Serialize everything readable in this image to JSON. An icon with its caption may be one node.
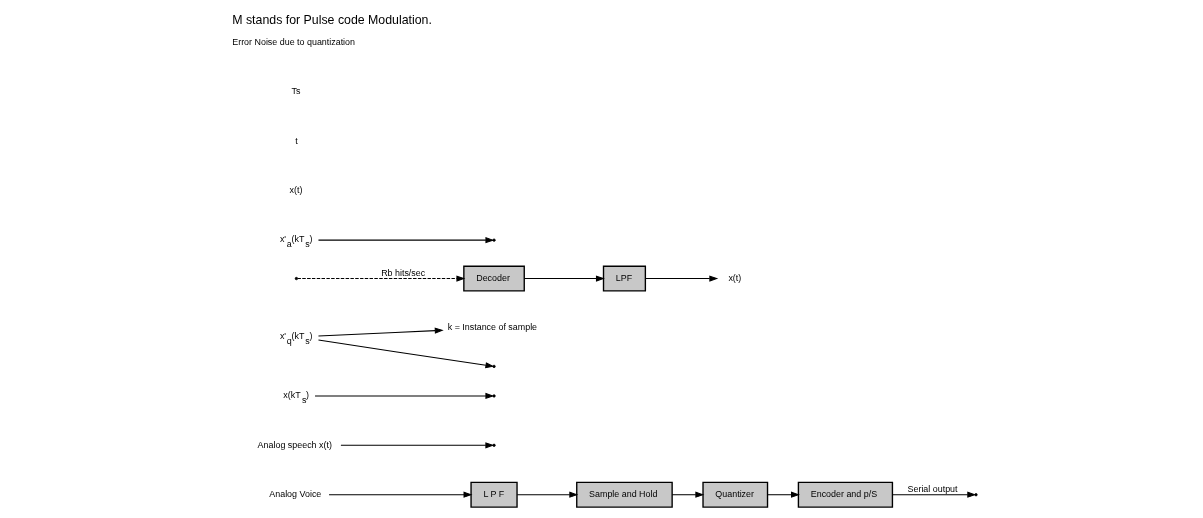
{
  "diagram": {
    "title": "M stands for Pulse code Modulation.",
    "nodes": [
      {
        "text": [
          "Analog Voice"
        ]
      },
      {
        "text": [
          "L P F"
        ]
      },
      {
        "text": [
          "Sample and Hold"
        ]
      },
      {
        "text": [
          "Quantizer"
        ]
      },
      {
        "text": [
          "Encoder and p/S"
        ]
      },
      {
        "text": [
          "Analog speech x(t)"
        ]
      },
      {
        "text": [
          "x(kT$_{s}$)"
        ]
      },
      {
        "text": [
          "x'$_{q}$(kT$_{s}$)"
        ]
      },
      {
        "text": [
          "k = Instance of sample"
        ]
      },
      {
        "text": [
          "Decoder"
        ]
      },
      {
        "text": [
          "LPF"
        ]
      },
      {
        "text": [
          "x(t)"
        ]
      },
      {
        "text": [
          "x'$_{a}$(kT$_{s}$)"
        ]
      }
    ],
    "labels": [
      "x(t)",
      "t",
      "Ts",
      "Error Noise due to quantization"
    ],
    "edges": [
      {
        "from": 0,
        "to": 1,
        "arrow": "to"
      },
      {
        "from": 1,
        "to": 2,
        "arrow": "to"
      },
      {
        "from": 2,
        "to": 3,
        "arrow": "to"
      },
      {
        "from": 3,
        "to": 4,
        "arrow": "to"
      },
      {
        "from": 4,
        "to": null,
        "arrow": "to",
        "label": "Serial output"
      },
      {
        "from": null,
        "to": 9,
        "arrow": "to",
        "style": "dashed",
        "label": "Rb hits/sec"
      },
      {
        "from": 9,
        "to": 10,
        "arrow": "to"
      },
      {
        "from": 10,
        "to": 11,
        "arrow": "to"
      },
      {
        "from": 5,
        "to": null,
        "arrow": "to"
      },
      {
        "from": 6,
        "to": null,
        "arrow": "to"
      },
      {
        "from": 7,
        "to": null,
        "arrow": "to"
      },
      {
        "from": 7,
        "to": 8,
        "arrow": "to"
      },
      {
        "from": 12,
        "to": null,
        "arrow": "to"
      }
    ]
  }
}
